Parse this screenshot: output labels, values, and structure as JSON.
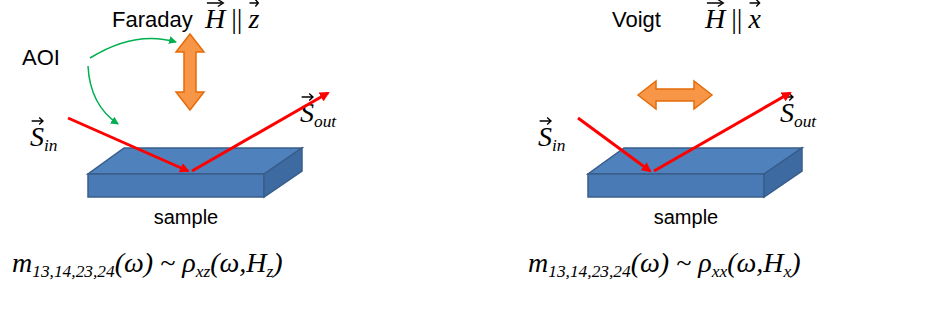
{
  "diagram": {
    "nodes": [
      {
        "text": [
          "sample"
        ]
      },
      {
        "text": [
          "sample"
        ]
      }
    ],
    "labels": [
      "Faraday",
      "H",
      "||",
      "z",
      "AOI",
      "S",
      "in",
      "S",
      "out",
      "m",
      "13,14,23,24",
      "(ω) ~ ρ",
      "xz",
      "(ω,H",
      "z",
      ")",
      "Voigt",
      "H",
      "||",
      "x",
      "S",
      "in",
      "S",
      "out",
      "m",
      "13,14,23,24",
      "(ω) ~ ρ",
      "xx",
      "(ω,H",
      "x",
      ")"
    ]
  }
}
